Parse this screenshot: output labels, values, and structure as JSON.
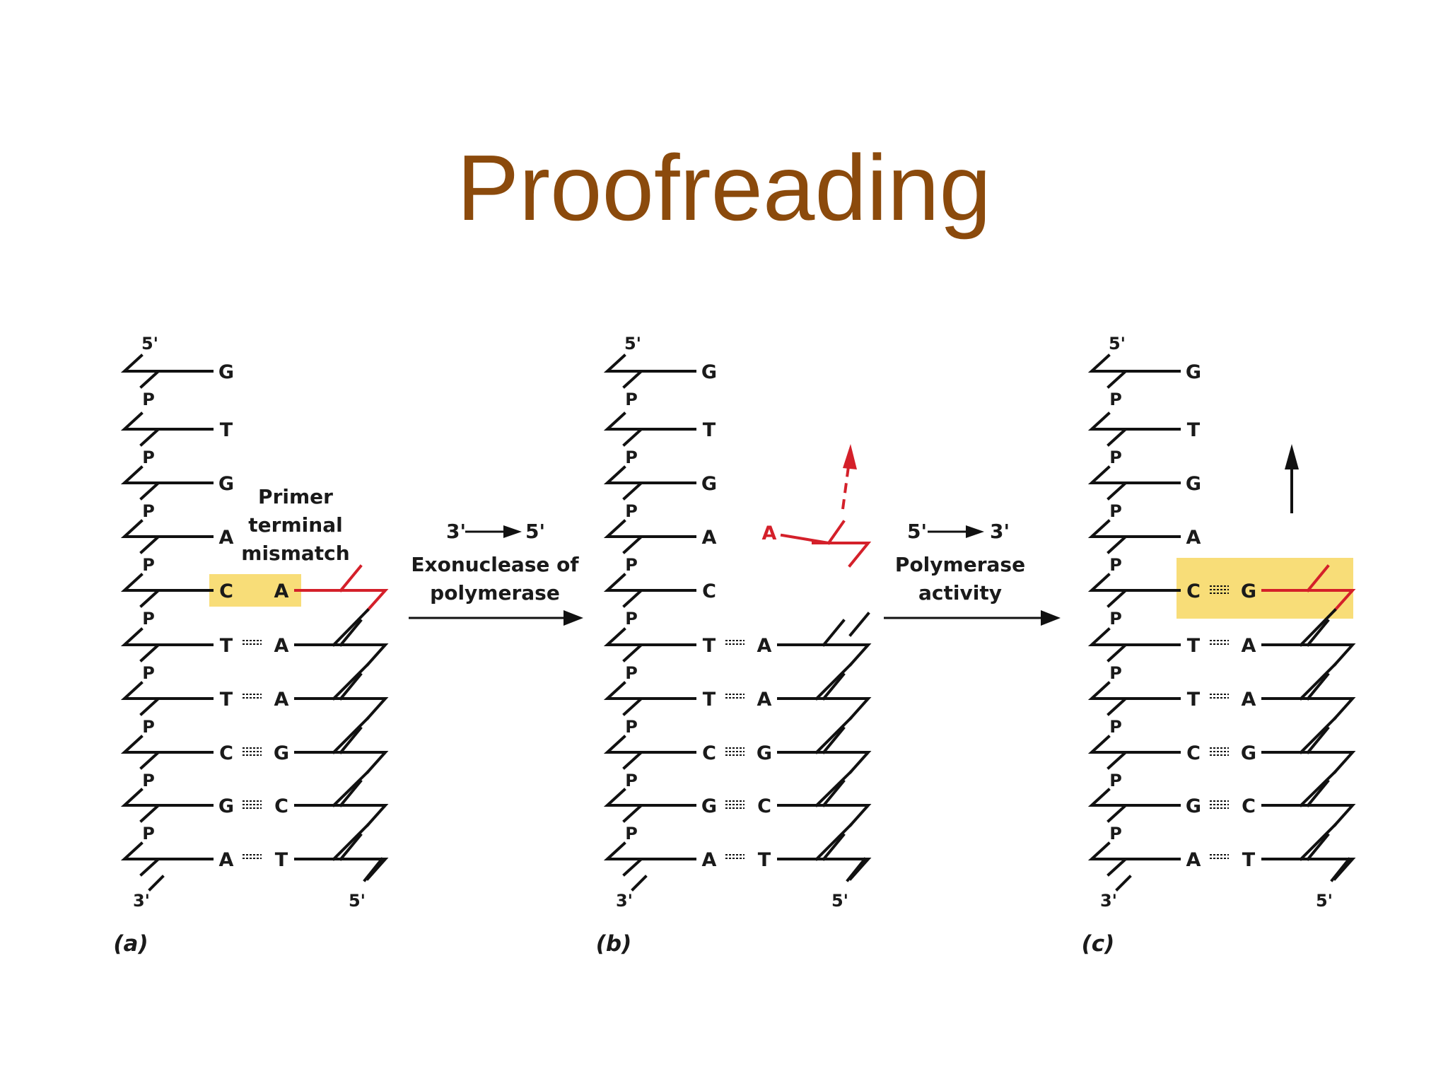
{
  "slide": {
    "title": "Proofreading"
  },
  "panels": [
    {
      "label": "(a)",
      "top_end": "5'",
      "bottom_left_end": "3'",
      "bottom_right_end": "5'",
      "backbone": "P",
      "template": [
        "G",
        "T",
        "G",
        "A",
        "C",
        "T",
        "T",
        "C",
        "G",
        "A"
      ],
      "primer": [
        null,
        null,
        null,
        null,
        "A",
        "A",
        "A",
        "G",
        "C",
        "T"
      ],
      "paired_from": 5,
      "mismatch_row": 4,
      "note": [
        "Primer",
        "terminal",
        "mismatch"
      ]
    },
    {
      "label": "(b)",
      "top_end": "5'",
      "bottom_left_end": "3'",
      "bottom_right_end": "5'",
      "backbone": "P",
      "template": [
        "G",
        "T",
        "G",
        "A",
        "C",
        "T",
        "T",
        "C",
        "G",
        "A"
      ],
      "primer": [
        null,
        null,
        null,
        null,
        null,
        "A",
        "A",
        "G",
        "C",
        "T"
      ],
      "paired_from": 5,
      "removed_nucleotide": "A"
    },
    {
      "label": "(c)",
      "top_end": "5'",
      "bottom_left_end": "3'",
      "bottom_right_end": "5'",
      "backbone": "P",
      "template": [
        "G",
        "T",
        "G",
        "A",
        "C",
        "T",
        "T",
        "C",
        "G",
        "A"
      ],
      "primer": [
        null,
        null,
        null,
        null,
        "G",
        "A",
        "A",
        "G",
        "C",
        "T"
      ],
      "paired_from": 4,
      "corrected_row": 4
    }
  ],
  "steps": [
    {
      "direction": [
        "3'",
        "5'"
      ],
      "lines": [
        "Exonuclease of",
        "polymerase"
      ]
    },
    {
      "direction": [
        "5'",
        "3'"
      ],
      "lines": [
        "Polymerase",
        "activity"
      ]
    }
  ],
  "colors": {
    "title": "#8B4A0C",
    "mismatch": "#d4202a",
    "highlight": "#f8dd78"
  }
}
